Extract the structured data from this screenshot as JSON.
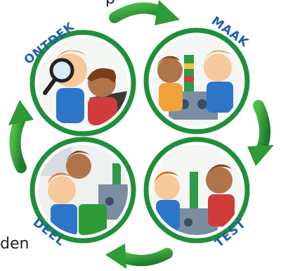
{
  "stages": [
    {
      "id": "ontdek",
      "label": "ONTDEK"
    },
    {
      "id": "maak",
      "label": "MAAK"
    },
    {
      "id": "test",
      "label": "TEST"
    },
    {
      "id": "deel",
      "label": "DEEL"
    }
  ],
  "cut_off_text": {
    "top": "p",
    "left": "den"
  },
  "colors": {
    "ring": "#1f8f3a",
    "arrow": "#3aa63c",
    "arrow_dark": "#1e7a30",
    "label": "#1f5fb0"
  }
}
